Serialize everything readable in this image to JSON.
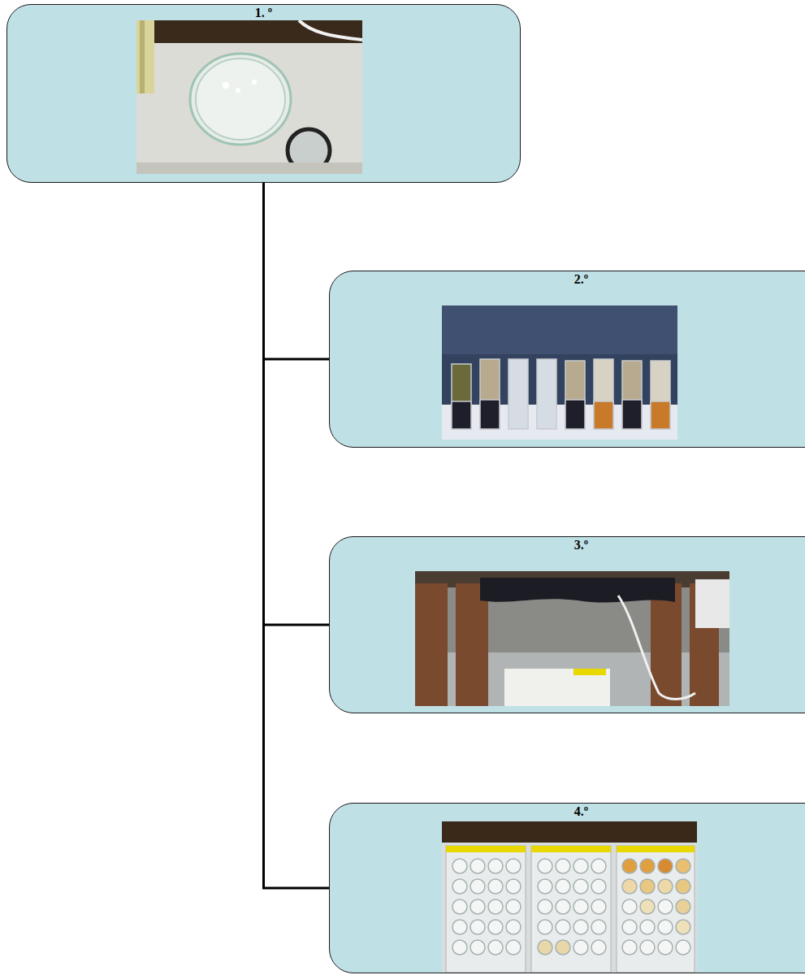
{
  "diagram": {
    "nodes": [
      {
        "text": [
          "1. º"
        ]
      },
      {
        "text": [
          "2.º"
        ]
      },
      {
        "text": [
          "3.º"
        ]
      },
      {
        "text": [
          "4.º"
        ]
      }
    ],
    "edges": [
      {
        "from": 0,
        "to": 1,
        "arrow": "none"
      },
      {
        "from": 0,
        "to": 2,
        "arrow": "none"
      },
      {
        "from": 0,
        "to": 3,
        "arrow": "none"
      }
    ]
  }
}
